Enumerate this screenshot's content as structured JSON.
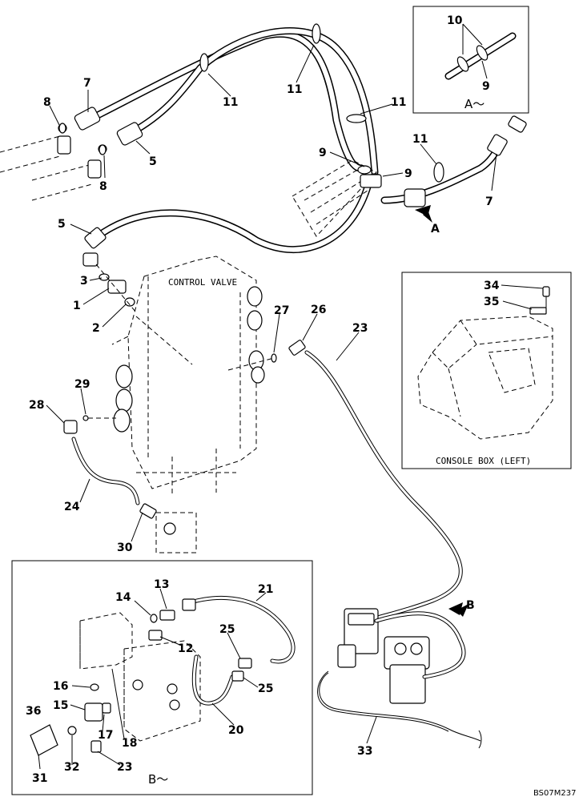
{
  "diagram": {
    "drawing_code": "BS07M237",
    "labels": {
      "control_valve": "CONTROL VALVE",
      "console_box": "CONSOLE BOX (LEFT)",
      "view_a_title": "A～",
      "view_b_title": "B～",
      "arrow_a": "A",
      "arrow_b": "B"
    },
    "callouts": [
      "1",
      "2",
      "3",
      "5",
      "5",
      "7",
      "7",
      "8",
      "8",
      "9",
      "9",
      "9",
      "10",
      "11",
      "11",
      "11",
      "11",
      "12",
      "13",
      "14",
      "15",
      "16",
      "17",
      "18",
      "20",
      "21",
      "23",
      "23",
      "24",
      "25",
      "25",
      "26",
      "27",
      "28",
      "29",
      "30",
      "31",
      "32",
      "33",
      "34",
      "35",
      "36"
    ]
  }
}
